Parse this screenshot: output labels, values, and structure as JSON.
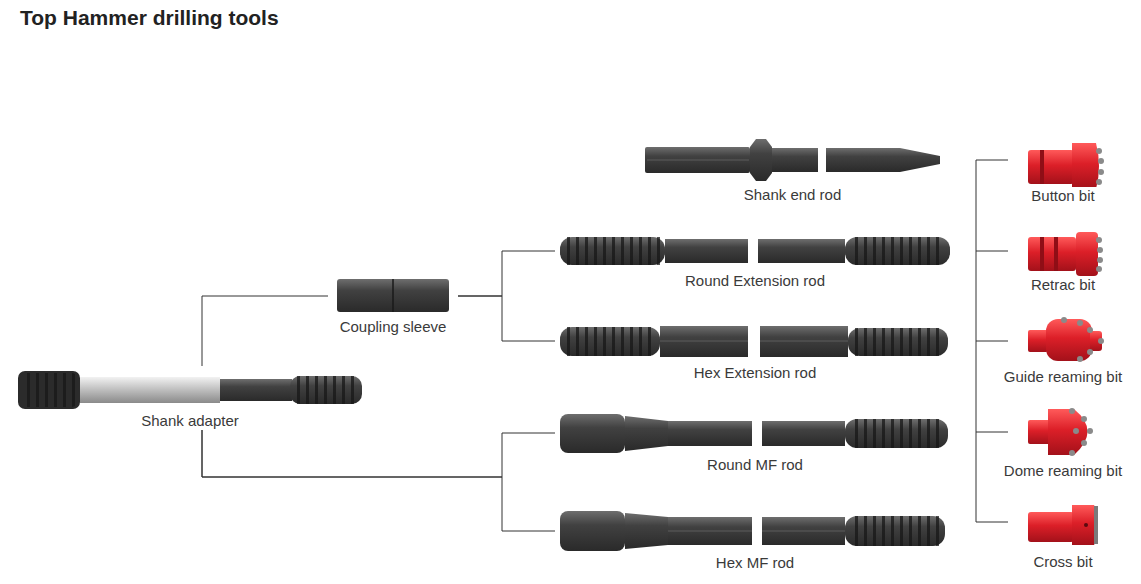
{
  "diagram": {
    "title": "Top Hammer drilling tools",
    "nodes": [
      {
        "text": [
          "Shank adapter"
        ]
      },
      {
        "text": [
          "Coupling sleeve"
        ]
      },
      {
        "text": [
          "Shank end rod"
        ]
      },
      {
        "text": [
          "Round Extension rod"
        ]
      },
      {
        "text": [
          "Hex Extension rod"
        ]
      },
      {
        "text": [
          "Round MF rod"
        ]
      },
      {
        "text": [
          "Hex MF rod"
        ]
      },
      {
        "text": [
          "Button bit"
        ]
      },
      {
        "text": [
          "Retrac bit"
        ]
      },
      {
        "text": [
          "Guide reaming bit"
        ]
      },
      {
        "text": [
          "Dome reaming bit"
        ]
      },
      {
        "text": [
          "Cross bit"
        ]
      }
    ],
    "edges": [
      {
        "from": 0,
        "to": 1,
        "arrow": "none"
      },
      {
        "from": 1,
        "to": 3,
        "arrow": "none"
      },
      {
        "from": 1,
        "to": 4,
        "arrow": "none"
      },
      {
        "from": 0,
        "to": 5,
        "arrow": "none"
      },
      {
        "from": 0,
        "to": 6,
        "arrow": "none"
      }
    ]
  }
}
